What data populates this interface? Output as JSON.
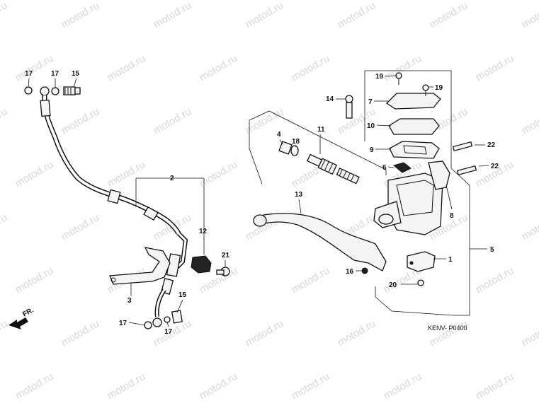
{
  "watermark": "motod.ru",
  "diagram_code": "KENV- P0400",
  "direction_label": "FR.",
  "callouts": {
    "c1": "1",
    "c2": "2",
    "c3": "3",
    "c4": "4",
    "c5": "5",
    "c6": "6",
    "c7": "7",
    "c8": "8",
    "c9": "9",
    "c10": "10",
    "c11": "11",
    "c12": "12",
    "c13": "13",
    "c14": "14",
    "c15a": "15",
    "c15b": "15",
    "c16": "16",
    "c17a": "17",
    "c17b": "17",
    "c17c": "17",
    "c17d": "17",
    "c18": "18",
    "c19a": "19",
    "c19b": "19",
    "c20": "20",
    "c21": "21",
    "c22a": "22",
    "c22b": "22"
  }
}
